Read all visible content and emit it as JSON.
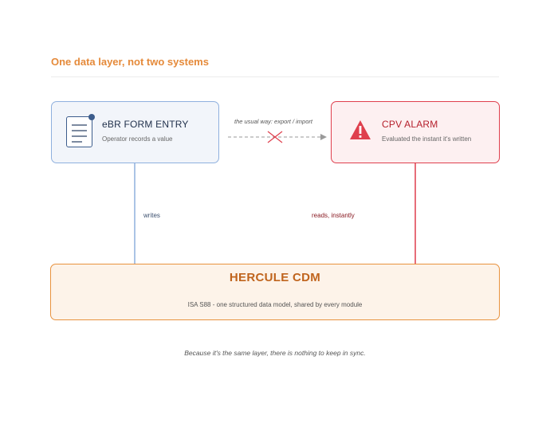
{
  "header": {
    "title": "One data layer, not two systems"
  },
  "ebr": {
    "title": "eBR FORM ENTRY",
    "subtitle": "Operator records a value",
    "icon": "document-icon"
  },
  "cpv": {
    "title": "CPV ALARM",
    "subtitle": "Evaluated the instant it's written",
    "icon": "warning-icon"
  },
  "bypass": {
    "label": "the usual way: export / import",
    "status": "crossed-out"
  },
  "links": {
    "writes": "writes",
    "reads": "reads, instantly"
  },
  "cdm": {
    "title": "HERCULE CDM",
    "subtitle": "ISA S88 - one structured data model, shared by every module"
  },
  "footnote": "Because it's the same layer, there is nothing to keep in sync.",
  "colors": {
    "accent_orange": "#e58a3a",
    "ebr_border": "#8fb0de",
    "cpv_red": "#df3f4d",
    "cdm_border": "#e8923e"
  }
}
